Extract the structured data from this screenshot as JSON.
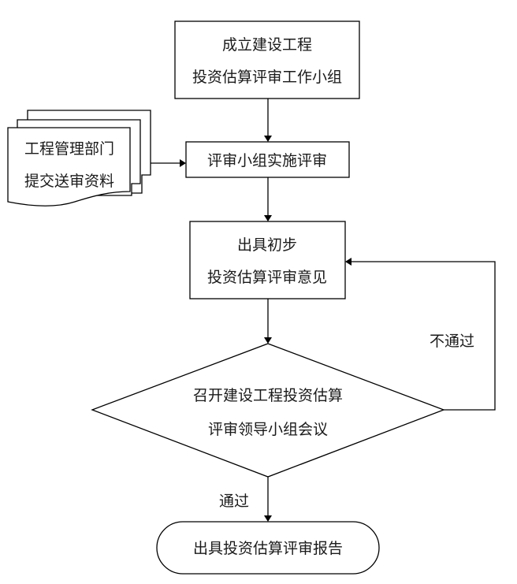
{
  "diagram": {
    "nodes": {
      "form_group": {
        "lines": [
          "成立建设工程",
          "投资估算评审工作小组"
        ]
      },
      "documents": {
        "lines": [
          "工程管理部门",
          "提交送审资料"
        ]
      },
      "review": {
        "lines": [
          "评审小组实施评审"
        ]
      },
      "preliminary": {
        "lines": [
          "出具初步",
          "投资估算评审意见"
        ]
      },
      "meeting": {
        "lines": [
          "召开建设工程投资估算",
          "评审领导小组会议"
        ]
      },
      "report": {
        "lines": [
          "出具投资估算评审报告"
        ]
      }
    },
    "edges": {
      "fail_label": "不通过",
      "pass_label": "通过"
    },
    "colors": {
      "stroke": "#000000",
      "fill": "#ffffff",
      "text": "#1a1a1a"
    }
  }
}
